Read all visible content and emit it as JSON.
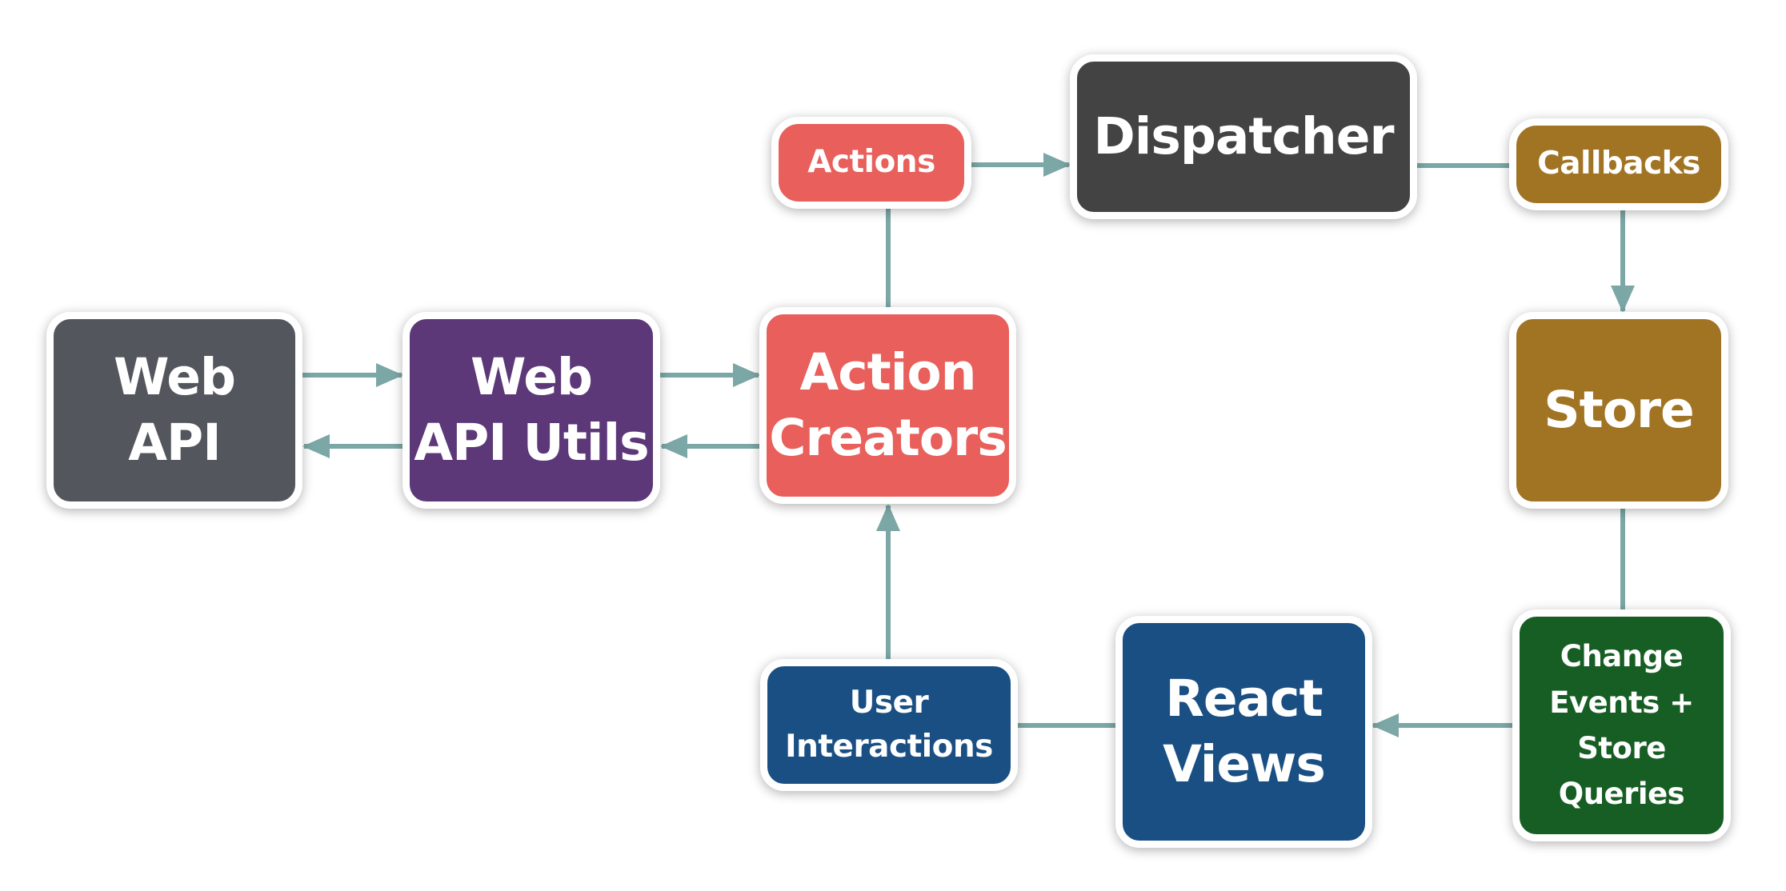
{
  "colors": {
    "connector": "#7ba7a6",
    "web_api": "#53575d",
    "web_api_utils": "#5c3879",
    "action_creators": "#e85f5b",
    "actions": "#e85f5b",
    "dispatcher": "#434343",
    "callbacks": "#a17424",
    "store": "#a17424",
    "change_events": "#175e24",
    "react_views": "#1a4f84",
    "user_interactions": "#1a4f84"
  },
  "nodes": {
    "web_api": "Web\nAPI",
    "web_api_utils": "Web\nAPI Utils",
    "action_creators": "Action\nCreators",
    "actions": "Actions",
    "dispatcher": "Dispatcher",
    "callbacks": "Callbacks",
    "store": "Store",
    "change_events": "Change\nEvents +\nStore\nQueries",
    "react_views": "React\nViews",
    "user_interactions": "User\nInteractions"
  }
}
